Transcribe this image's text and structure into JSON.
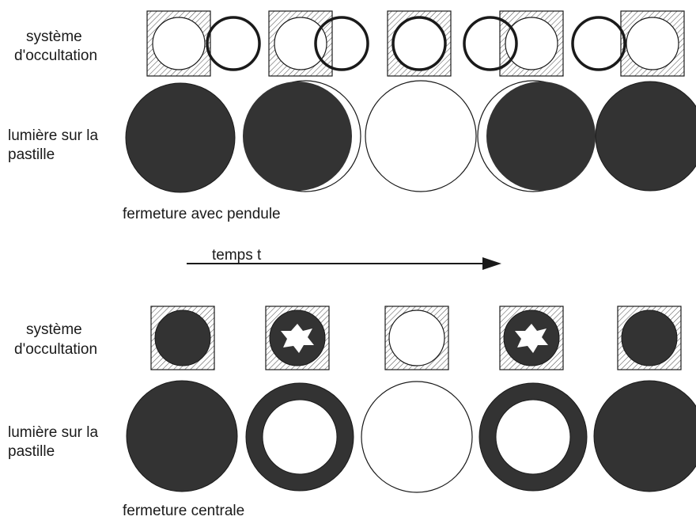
{
  "top": {
    "row1_label_line1": "système",
    "row1_label_line2": "d'occultation",
    "row2_label_line1": "lumière sur la",
    "row2_label_line2": "pastille",
    "caption": "fermeture avec pendule"
  },
  "arrow": {
    "label": "temps t"
  },
  "bottom": {
    "row1_label_line1": "système",
    "row1_label_line2": "d'occultation",
    "row2_label_line1": "lumière sur la",
    "row2_label_line2": "pastille",
    "caption": "fermeture centrale"
  },
  "colors": {
    "dark_fill": "#333333",
    "stroke": "#1a1a1a",
    "hatch": "#555555"
  }
}
